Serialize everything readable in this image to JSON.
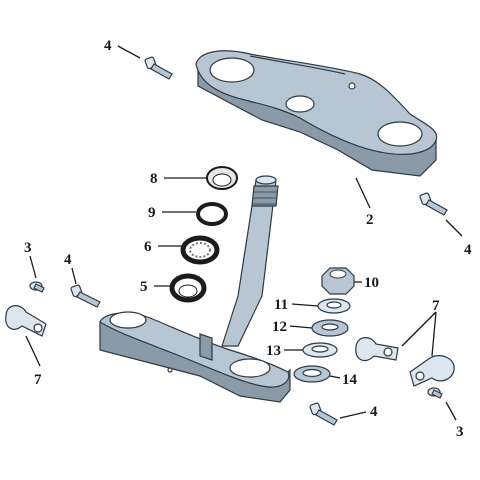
{
  "diagram": {
    "callouts": [
      {
        "id": "c4a",
        "text": "4"
      },
      {
        "id": "c2",
        "text": "2"
      },
      {
        "id": "c4b",
        "text": "4"
      },
      {
        "id": "c8",
        "text": "8"
      },
      {
        "id": "c9",
        "text": "9"
      },
      {
        "id": "c6",
        "text": "6"
      },
      {
        "id": "c5",
        "text": "5"
      },
      {
        "id": "c3a",
        "text": "3"
      },
      {
        "id": "c4c",
        "text": "4"
      },
      {
        "id": "c7a",
        "text": "7"
      },
      {
        "id": "c10",
        "text": "10"
      },
      {
        "id": "c11",
        "text": "11"
      },
      {
        "id": "c12",
        "text": "12"
      },
      {
        "id": "c13",
        "text": "13"
      },
      {
        "id": "c14",
        "text": "14"
      },
      {
        "id": "c7b",
        "text": "7"
      },
      {
        "id": "c4d",
        "text": "4"
      },
      {
        "id": "c3b",
        "text": "3"
      }
    ],
    "colors": {
      "part_fill": "#b7c6d2",
      "part_shadow": "#8a9aa8",
      "part_highlight": "#dbe6ee",
      "outline": "#2e3a44",
      "ink": "#1a1a1a"
    }
  }
}
